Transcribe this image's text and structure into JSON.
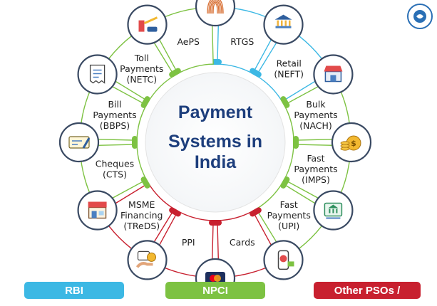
{
  "title_lines": [
    "Payment",
    "Systems in",
    "India"
  ],
  "colors": {
    "rbi": "#3cb8e4",
    "npci": "#7dc242",
    "other": "#c8202f",
    "segment_line": "#7dc242",
    "title": "#1d3e7c",
    "label": "#222222"
  },
  "segments": [
    {
      "id": "rtgs",
      "label_lines": [
        "RTGS"
      ],
      "category": "rbi",
      "icon": "bank-icon"
    },
    {
      "id": "retail-neft",
      "label_lines": [
        "Retail",
        "(NEFT)"
      ],
      "category": "rbi",
      "icon": "store-icon"
    },
    {
      "id": "bulk-payments",
      "label_lines": [
        "Bulk",
        "Payments",
        "(NACH)"
      ],
      "category": "npci",
      "icon": "money-bag-icon"
    },
    {
      "id": "fast-imps",
      "label_lines": [
        "Fast",
        "Payments",
        "(IMPS)"
      ],
      "category": "npci",
      "icon": "bank-transfer-icon"
    },
    {
      "id": "fast-upi",
      "label_lines": [
        "Fast",
        "Payments",
        "(UPI)"
      ],
      "category": "npci",
      "icon": "phone-payment-icon"
    },
    {
      "id": "cards",
      "label_lines": [
        "Cards"
      ],
      "category": "other",
      "icon": "credit-card-icon"
    },
    {
      "id": "ppi",
      "label_lines": [
        "PPI"
      ],
      "category": "other",
      "icon": "pay-coins-icon"
    },
    {
      "id": "msme-treds",
      "label_lines": [
        "MSME",
        "Financing",
        "(TReDS)"
      ],
      "category": "other",
      "icon": "shop-icon"
    },
    {
      "id": "cheques-cts",
      "label_lines": [
        "Cheques",
        "(CTS)"
      ],
      "category": "npci",
      "icon": "cheque-icon"
    },
    {
      "id": "bill-bbps",
      "label_lines": [
        "Bill",
        "Payments",
        "(BBPS)"
      ],
      "category": "npci",
      "icon": "bill-icon"
    },
    {
      "id": "toll-netc",
      "label_lines": [
        "Toll",
        "Payments",
        "(NETC)"
      ],
      "category": "npci",
      "icon": "toll-gate-icon"
    },
    {
      "id": "aeps",
      "label_lines": [
        "AePS"
      ],
      "category": "npci",
      "icon": "fingerprint-icon"
    }
  ],
  "legend": {
    "rbi": "RBI",
    "npci": "NPCI",
    "other": "Other PSOs /"
  }
}
